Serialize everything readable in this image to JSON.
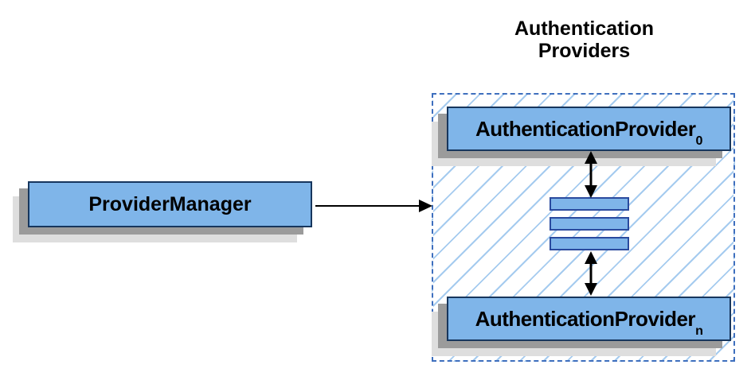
{
  "diagram": {
    "title": "Authentication Providers",
    "title_lines": [
      "Authentication",
      "Providers"
    ],
    "provider_manager": {
      "label": "ProviderManager"
    },
    "providers_group": {
      "top_box": {
        "base": "AuthenticationProvider",
        "sub": "0"
      },
      "bottom_box": {
        "base": "AuthenticationProvider",
        "sub": "n"
      },
      "stack_bar_count": 3
    },
    "colors": {
      "box_fill": "#7fb5e9",
      "box_border": "#17365d",
      "bar_border": "#2a4a9e",
      "dashed_border": "#3e6fbe",
      "hatch_line": "#a5cbef",
      "shadow_dark": "#9b9b9b",
      "shadow_light": "#dedede",
      "arrow_color": "#000000",
      "text_color": "#000000",
      "bg": "#ffffff"
    }
  }
}
